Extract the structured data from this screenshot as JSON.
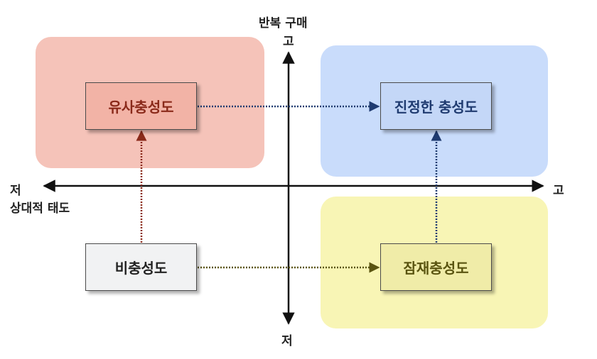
{
  "axes": {
    "x_title": "상대적 태도",
    "x_low": "저",
    "x_high": "고",
    "y_title": "반복 구매",
    "y_high": "고",
    "y_low": "저"
  },
  "boxes": {
    "pseudo_loyalty": "유사충성도",
    "true_loyalty": "진정한 충성도",
    "no_loyalty": "비충성도",
    "latent_loyalty": "잠재충성도"
  },
  "colors": {
    "top_left_bg": "#f5c3b9",
    "top_right_bg": "#c9dcfb",
    "bottom_right_bg": "#f8f5b5",
    "pseudo_box": "#f2b3a6",
    "pseudo_text": "#8a2a1a",
    "true_box": "#c4d7f7",
    "true_text": "#1f3b70",
    "none_box": "#f1f2f3",
    "none_text": "#222222",
    "latent_box": "#f0eca8",
    "latent_text": "#5a5410",
    "axis": "#111111"
  }
}
